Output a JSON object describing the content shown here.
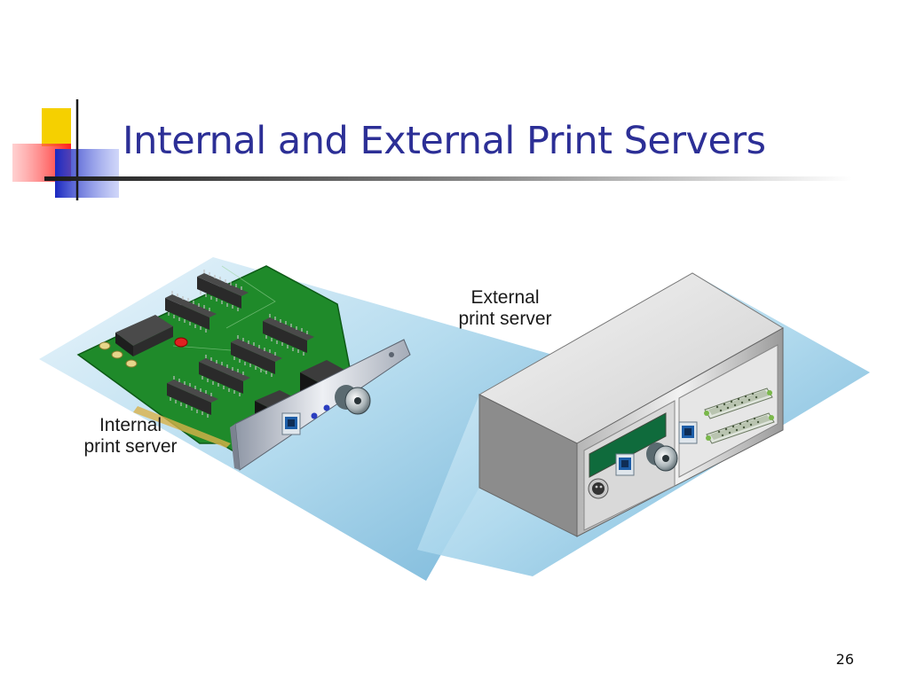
{
  "slide": {
    "title": "Internal and External Print Servers",
    "page_number": "26"
  },
  "labels": {
    "internal": {
      "line1": "Internal",
      "line2": "print server"
    },
    "external": {
      "line1": "External",
      "line2": "print server"
    }
  },
  "colors": {
    "title": "#2c2f96",
    "board": "#1f8a2a",
    "shadow": "#7fbfdc",
    "deco_yellow": "#f5d000",
    "deco_red": "#ff3c3c",
    "deco_blue": "#2030c8"
  }
}
